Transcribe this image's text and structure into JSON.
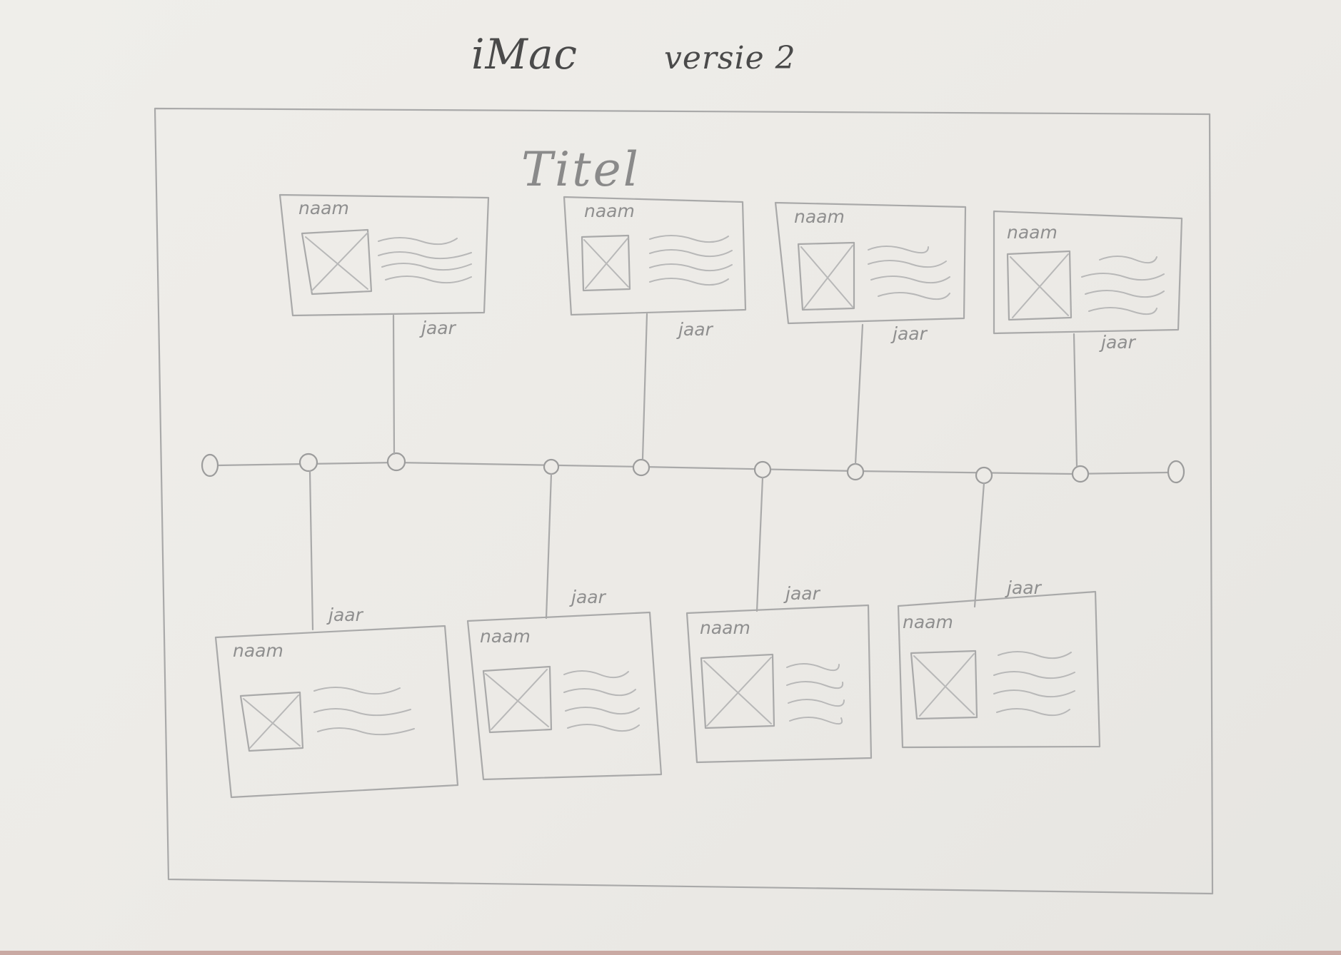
{
  "sheet": {
    "title": "iMac",
    "version": "versie 2"
  },
  "screen": {
    "title": "Titel"
  },
  "timeline": {
    "cards_top": [
      {
        "name": "naam",
        "year": "jaar"
      },
      {
        "name": "naam",
        "year": "jaar"
      },
      {
        "name": "naam",
        "year": "jaar"
      },
      {
        "name": "naam",
        "year": "jaar"
      }
    ],
    "cards_bottom": [
      {
        "name": "naam",
        "year": "jaar"
      },
      {
        "name": "naam",
        "year": "jaar"
      },
      {
        "name": "naam",
        "year": "jaar"
      },
      {
        "name": "naam",
        "year": "jaar"
      }
    ]
  },
  "colors": {
    "paper": "#eceae6",
    "pencil": "#a9a9a9",
    "ink": "#4a4a4a"
  }
}
